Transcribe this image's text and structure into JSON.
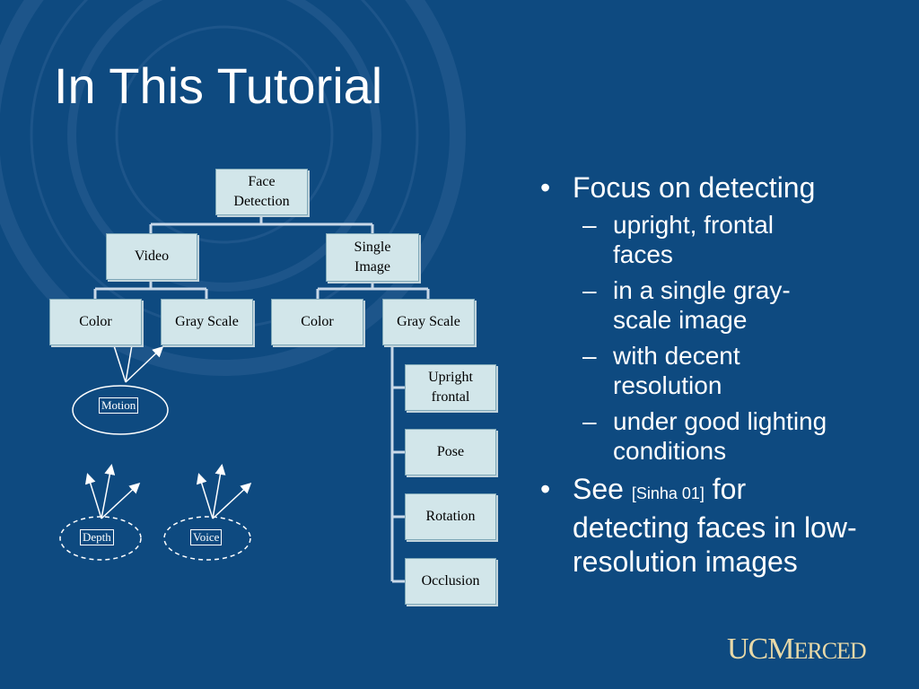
{
  "slide": {
    "title": "In This Tutorial",
    "colors": {
      "background": "#0e4a80",
      "box_fill": "#d2e6ea",
      "text": "#ffffff",
      "logo": "#e8d9a8"
    }
  },
  "diagram": {
    "root": "Face\nDetection",
    "video": "Video",
    "single_image": "Single\nImage",
    "video_color": "Color",
    "video_gray": "Gray Scale",
    "image_color": "Color",
    "image_gray": "Gray Scale",
    "upright": "Upright\nfrontal",
    "pose": "Pose",
    "rotation": "Rotation",
    "occlusion": "Occlusion",
    "motion": "Motion",
    "depth": "Depth",
    "voice": "Voice"
  },
  "bullets": {
    "b1": "Focus on detecting",
    "sub": [
      "upright, frontal faces",
      "in a single gray-scale image",
      "with decent resolution",
      "under good lighting conditions"
    ],
    "b2_see": "See ",
    "b2_cite": "[Sinha 01]",
    "b2_rest": " for detecting faces in low-resolution images",
    "bullet_mark": "•",
    "dash_mark": "–"
  },
  "logo": {
    "uc": "UC",
    "m": "M",
    "erced": "ERCED"
  }
}
